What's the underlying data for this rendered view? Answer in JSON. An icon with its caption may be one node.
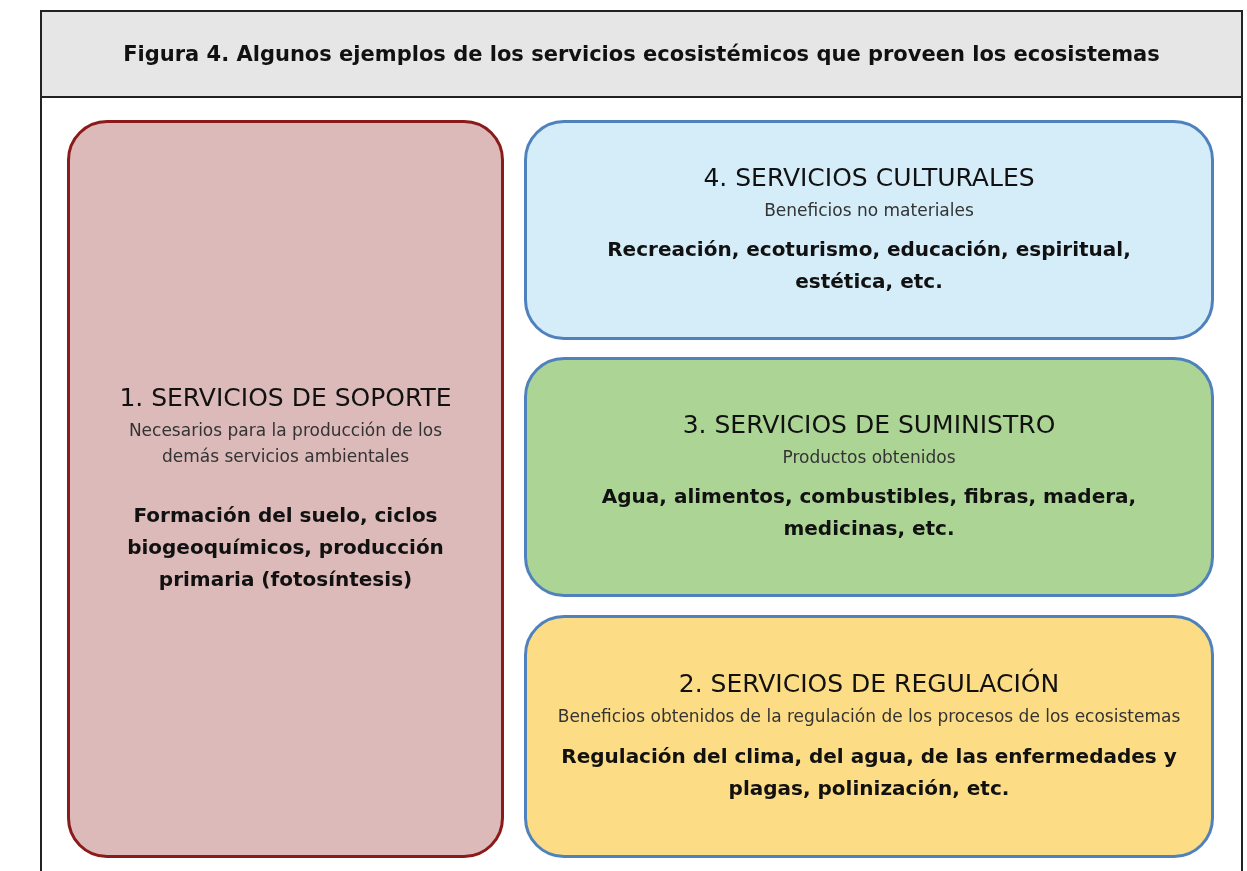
{
  "diagram": {
    "title": "Figura 4. Algunos ejemplos de los servicios ecosistémicos que proveen los ecosistemas",
    "nodes": [
      {
        "text": [
          "1. SERVICIOS DE SOPORTE",
          "Necesarios para la producción de los demás servicios ambientales",
          "Formación del suelo, ciclos biogeoquímicos, producción primaria (fotosíntesis)"
        ]
      },
      {
        "text": [
          "4. SERVICIOS CULTURALES",
          "Beneficios no materiales",
          "Recreación, ecoturismo, educación, espiritual, estética, etc."
        ]
      },
      {
        "text": [
          "3. SERVICIOS DE SUMINISTRO",
          "Productos obtenidos",
          "Agua, alimentos, combustibles, fibras, madera, medicinas, etc."
        ]
      },
      {
        "text": [
          "2. SERVICIOS DE REGULACIÓN",
          "Beneficios obtenidos de la regulación de los procesos de los ecosistemas",
          "Regulación del clima, del agua, de las enfermedades y plagas, polinización, etc."
        ]
      }
    ]
  }
}
